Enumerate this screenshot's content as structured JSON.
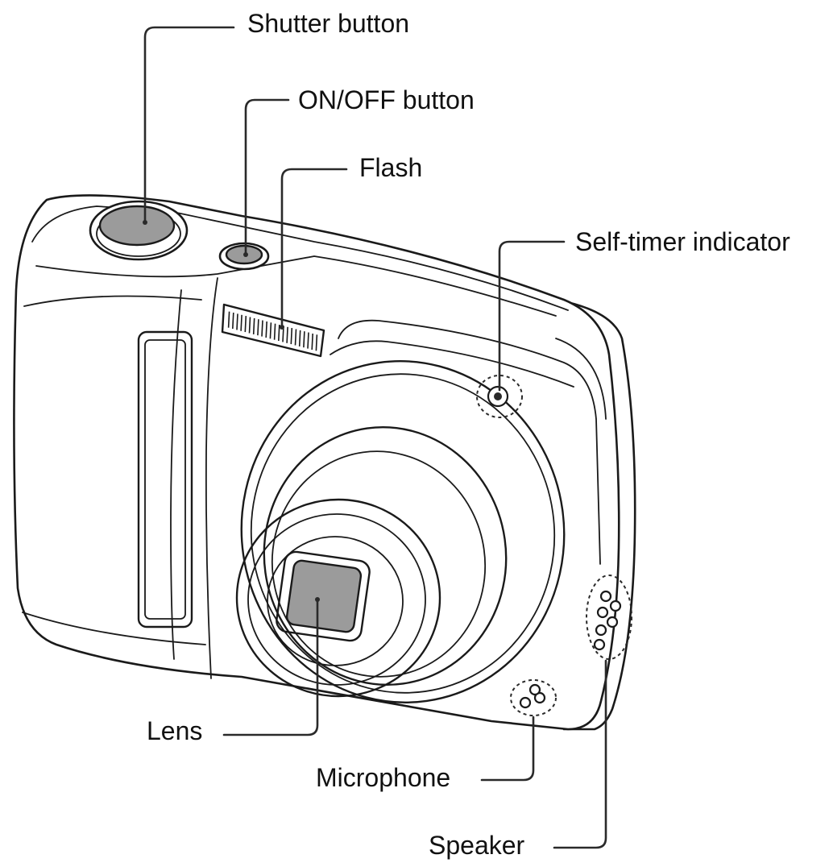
{
  "labels": {
    "shutter_button": "Shutter button",
    "on_off_button": "ON/OFF button",
    "flash": "Flash",
    "self_timer_indicator": "Self-timer indicator",
    "lens": "Lens",
    "microphone": "Microphone",
    "speaker": "Speaker"
  },
  "colors": {
    "line": "#1a1a1a",
    "fill_grey": "#9b9b9b",
    "background": "#ffffff"
  }
}
